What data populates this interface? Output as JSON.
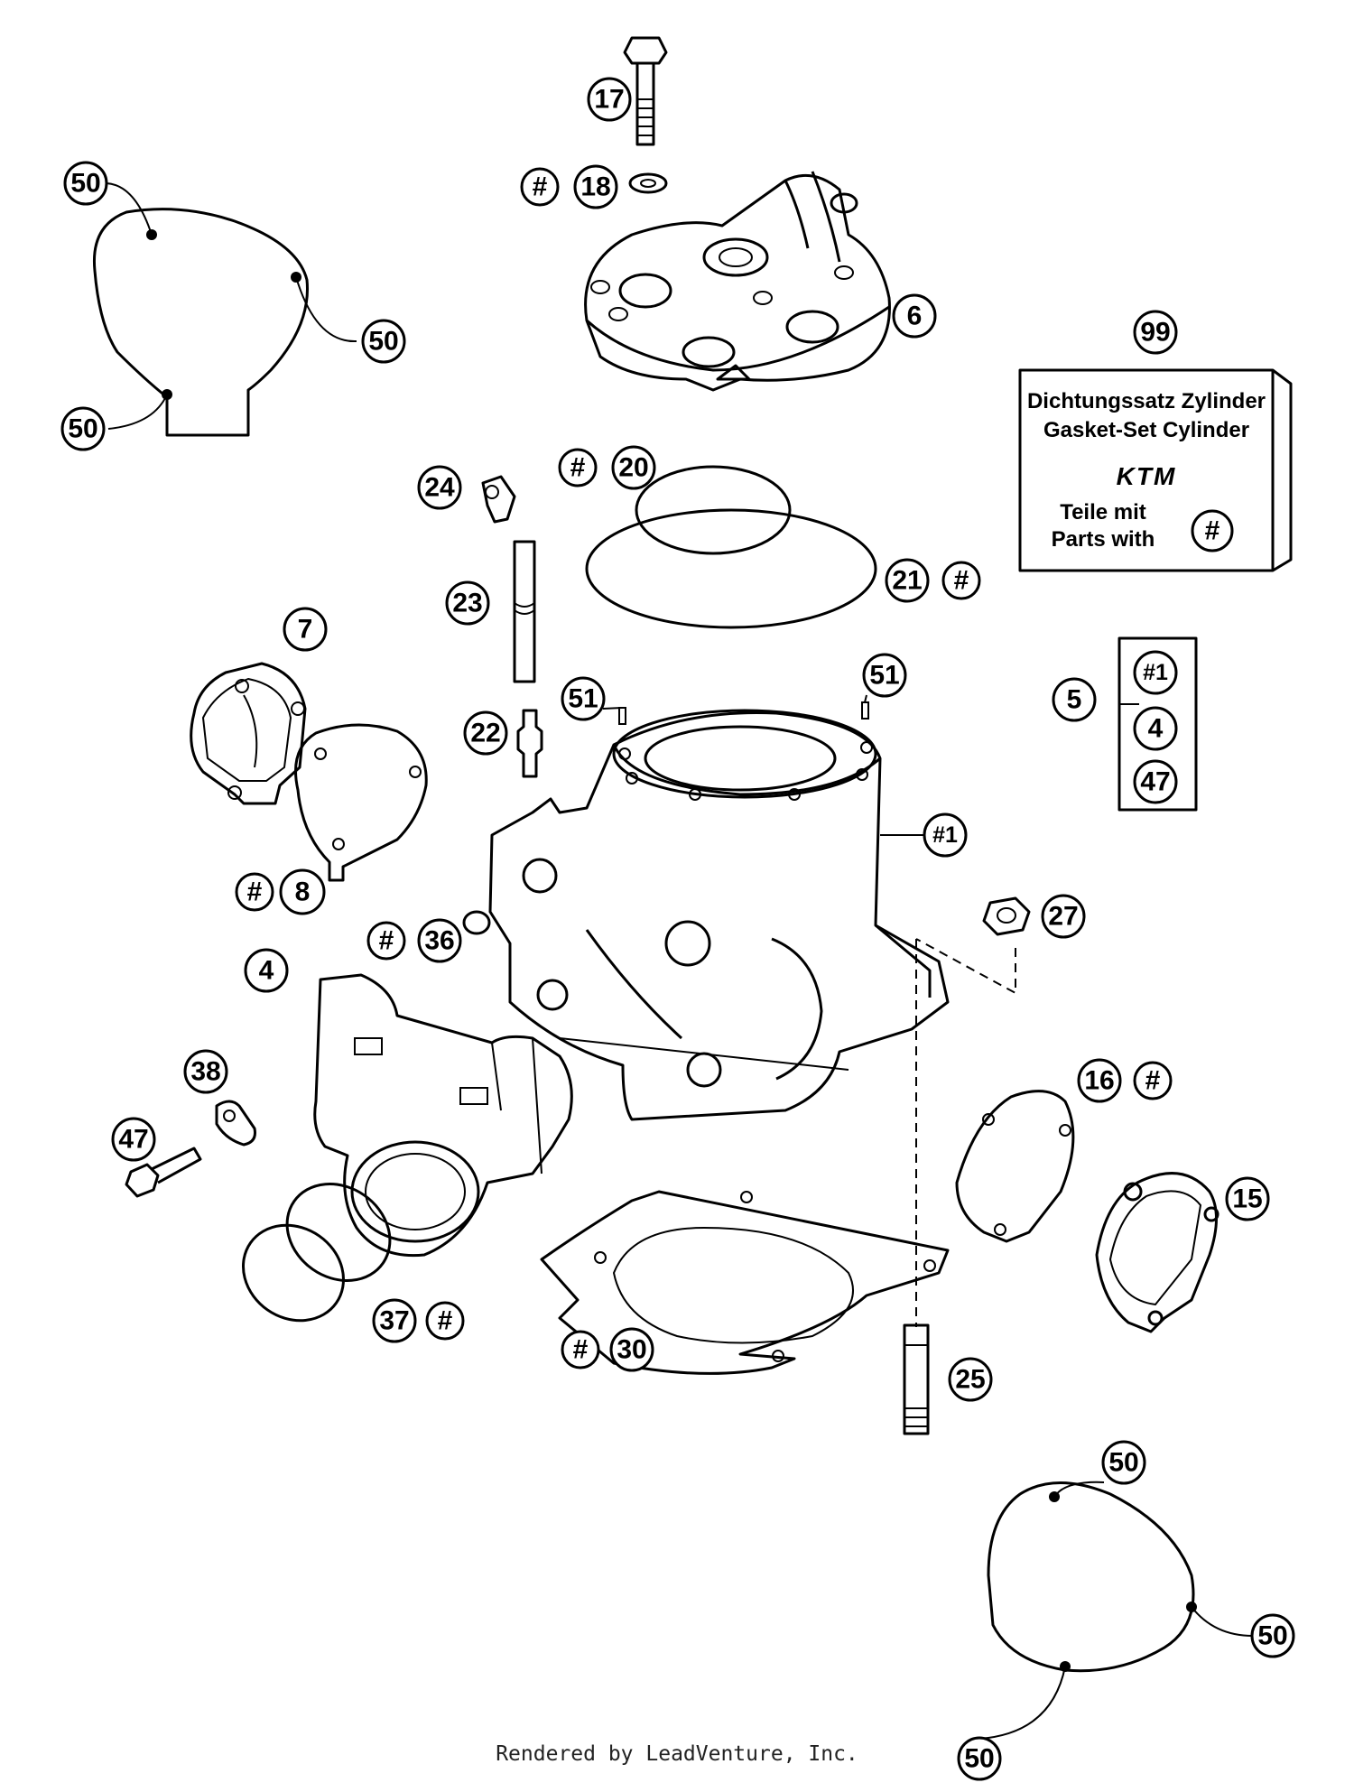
{
  "callouts": {
    "c17": "17",
    "c18_hash": "#",
    "c18": "18",
    "c6": "6",
    "c50_a": "50",
    "c50_b": "50",
    "c50_c": "50",
    "c99": "99",
    "c24": "24",
    "c20_hash": "#",
    "c20": "20",
    "c21": "21",
    "c21_hash": "#",
    "c23": "23",
    "c7": "7",
    "c51_a": "51",
    "c51_b": "51",
    "c22": "22",
    "c5": "5",
    "c5_1": "#1",
    "c5_4": "4",
    "c5_47": "47",
    "c8_hash": "#",
    "c8": "8",
    "c1": "#1",
    "c36_hash": "#",
    "c36": "36",
    "c27": "27",
    "c4": "4",
    "c38": "38",
    "c16": "16",
    "c16_hash": "#",
    "c47": "47",
    "c15": "15",
    "c37": "37",
    "c37_hash": "#",
    "c30_hash": "#",
    "c30": "30",
    "c25": "25",
    "c50_d": "50",
    "c50_e": "50",
    "c50_f": "50"
  },
  "gasket_kit": {
    "line1": "Dichtungssatz Zylinder",
    "line2": "Gasket-Set Cylinder",
    "logo": "KTM",
    "line3": "Teile mit",
    "line4": "Parts with",
    "symbol": "#"
  },
  "footer": "Rendered by LeadVenture, Inc."
}
